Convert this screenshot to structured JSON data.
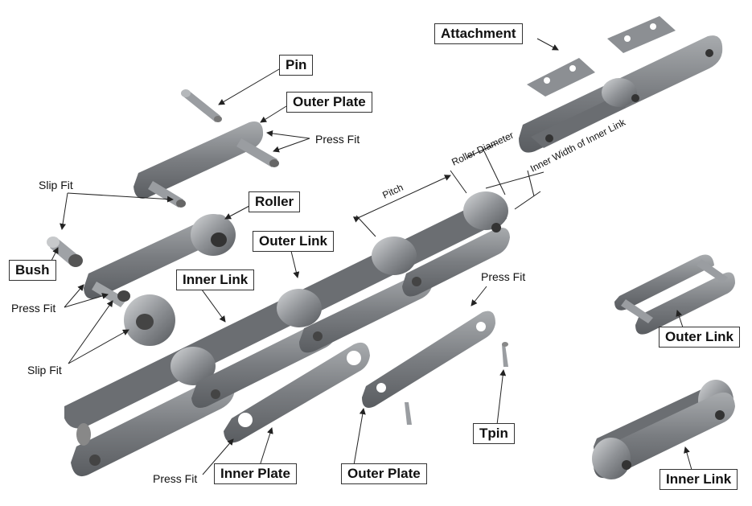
{
  "labels": {
    "attachment": "Attachment",
    "pin": "Pin",
    "outer_plate_top": "Outer Plate",
    "roller": "Roller",
    "outer_link_main": "Outer Link",
    "bush": "Bush",
    "inner_link_main": "Inner Link",
    "outer_link_side": "Outer Link",
    "inner_link_side": "Inner Link",
    "inner_plate": "Inner Plate",
    "outer_plate_bottom": "Outer Plate",
    "tpin": "Tpin"
  },
  "annotations": {
    "press_fit_top": "Press Fit",
    "slip_fit_top": "Slip Fit",
    "press_fit_left": "Press Fit",
    "slip_fit_left": "Slip Fit",
    "press_fit_right": "Press Fit",
    "press_fit_bottom": "Press Fit",
    "pitch": "Pitch",
    "roller_diameter": "Roller Diameter",
    "inner_width": "Inner Width of Inner Link"
  },
  "colors": {
    "steel_dark": "#5f6266",
    "steel_mid": "#8a8d91",
    "steel_light": "#b9bcbf",
    "line": "#222222"
  }
}
